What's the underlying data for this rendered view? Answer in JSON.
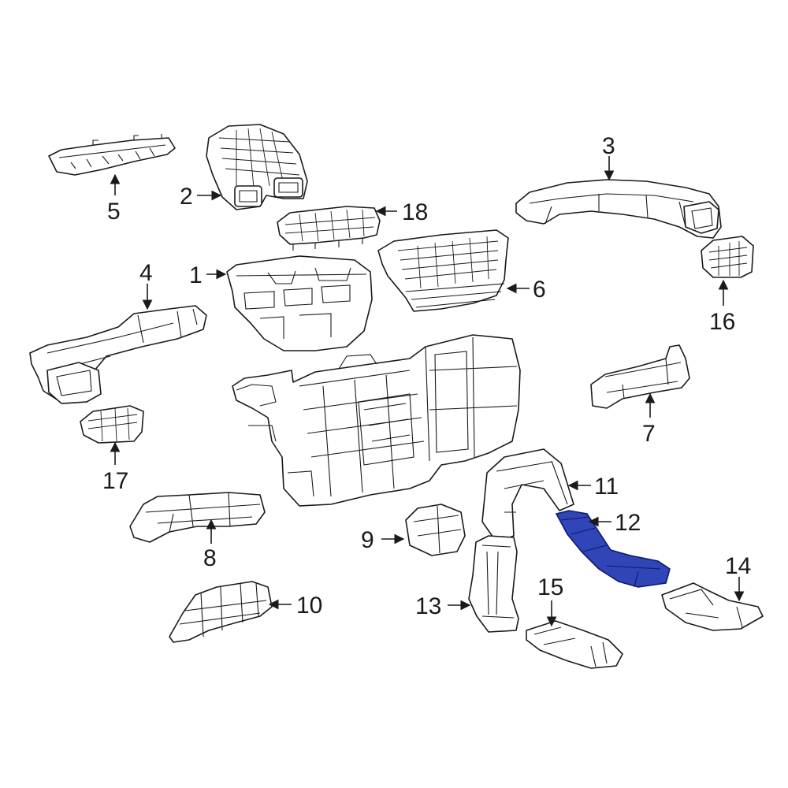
{
  "diagram": {
    "highlight_color": "#2f45b8",
    "line_color": "#1a1a1a",
    "background": "#ffffff",
    "callouts": {
      "c1": "1",
      "c2": "2",
      "c3": "3",
      "c4": "4",
      "c5": "5",
      "c6": "6",
      "c7": "7",
      "c8": "8",
      "c9": "9",
      "c10": "10",
      "c11": "11",
      "c12": "12",
      "c13": "13",
      "c14": "14",
      "c15": "15",
      "c16": "16",
      "c17": "17",
      "c18": "18"
    },
    "highlighted_part": "12"
  }
}
